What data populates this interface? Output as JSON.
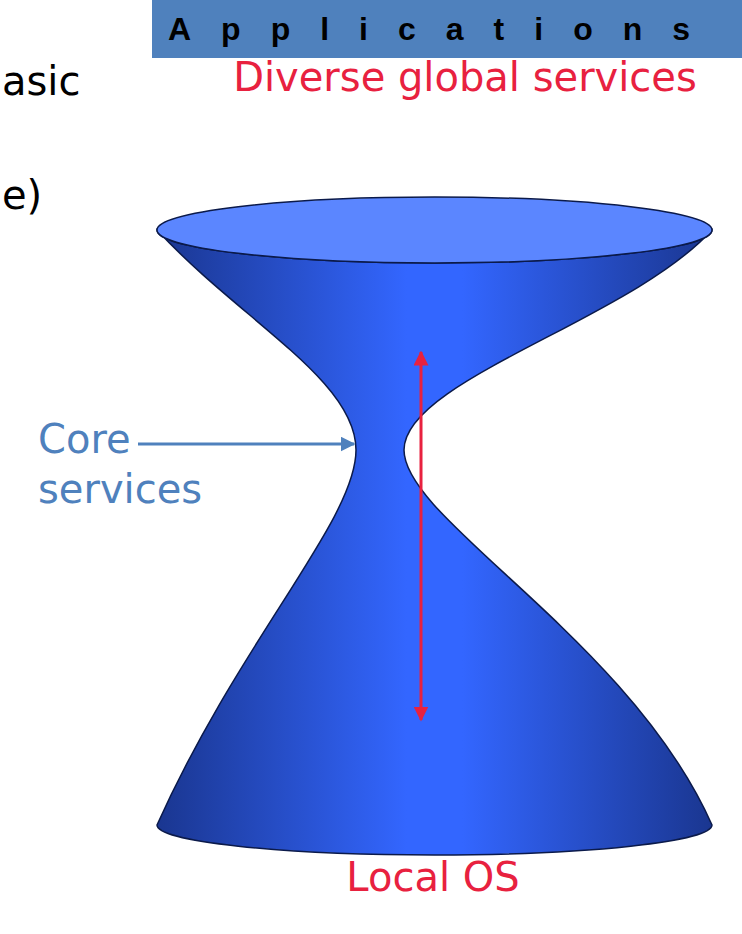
{
  "diagram": {
    "nodes": [
      {
        "text": [
          "Applications"
        ]
      }
    ],
    "labels": [
      "asic",
      "Diverse global services",
      "e)",
      "Core services",
      "Local OS"
    ]
  }
}
